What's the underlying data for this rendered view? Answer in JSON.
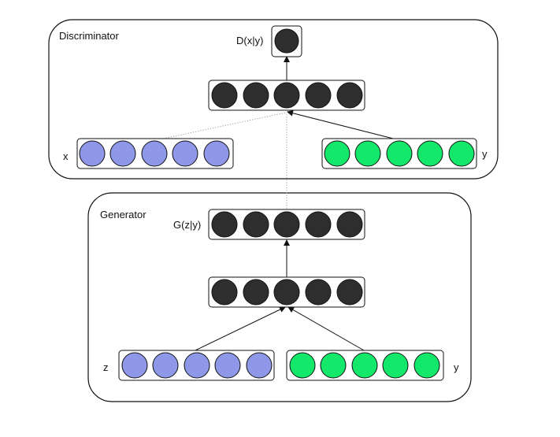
{
  "discriminator": {
    "title": "Discriminator",
    "output_label": "D(x|y)",
    "input_x_label": "x",
    "input_y_label": "y",
    "hidden_nodes": 5,
    "input_nodes": 5
  },
  "generator": {
    "title": "Generator",
    "output_label": "G(z|y)",
    "input_z_label": "z",
    "input_y_label": "y",
    "hidden_nodes": 5,
    "output_nodes": 5,
    "input_nodes": 5
  },
  "colors": {
    "dark_node": "#2e2e2e",
    "blue_node": "#8f98e8",
    "green_node": "#14e86a",
    "border": "#111111",
    "dotted_edge": "#999999"
  }
}
